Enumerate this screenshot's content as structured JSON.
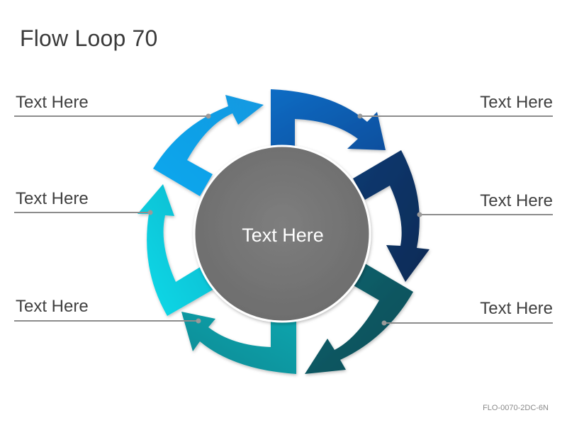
{
  "title": "Flow Loop 70",
  "center_text": "Text Here",
  "labels": {
    "left_top": "Text Here",
    "left_middle": "Text Here",
    "left_bottom": "Text Here",
    "right_top": "Text Here",
    "right_middle": "Text Here",
    "right_bottom": "Text Here"
  },
  "code": "FLO-0070-2DC-6N",
  "colors": {
    "segment_1": "#0A64B8",
    "segment_2": "#0A2F5E",
    "segment_3": "#0A5560",
    "segment_4": "#0A97A0",
    "segment_5": "#10D0E0",
    "segment_6": "#12A2EA",
    "center": "#767676",
    "line": "#8c8c8c"
  }
}
